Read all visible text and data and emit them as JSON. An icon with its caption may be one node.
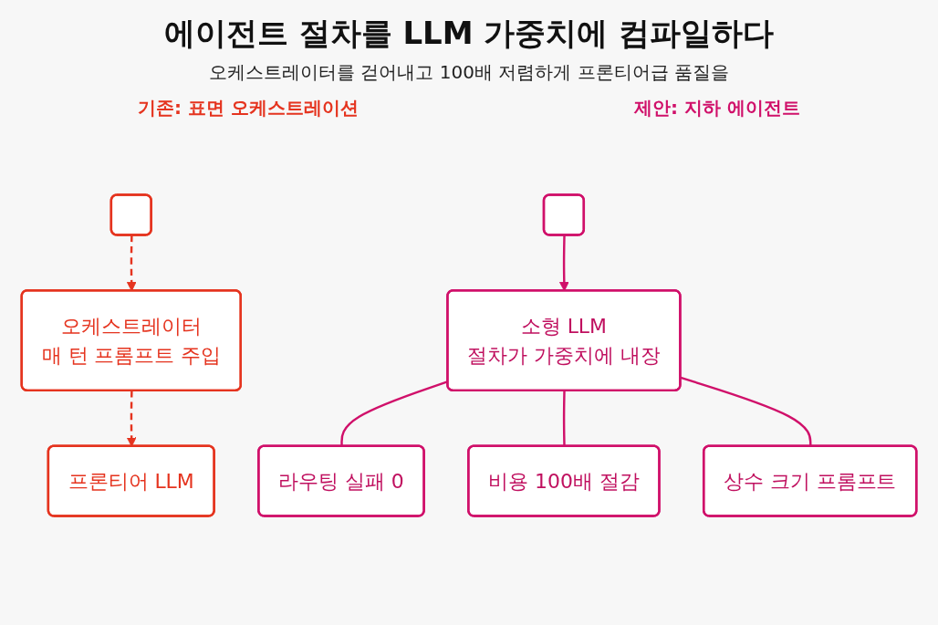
{
  "diagram": {
    "title": "에이전트 절차를 LLM 가중치에 컴파일하다",
    "nodes": [
      {
        "text": [],
        "shape": "person"
      },
      {
        "text": [
          "오케스트레이터",
          "매 턴 프롬프트 주입"
        ]
      },
      {
        "text": [
          "프론티어 LLM"
        ]
      },
      {
        "text": [],
        "shape": "person"
      },
      {
        "text": [
          "소형 LLM",
          "절차가 가중치에 내장"
        ]
      },
      {
        "text": [
          "라우팅 실패 0"
        ]
      },
      {
        "text": [
          "비용 100배 절감"
        ]
      },
      {
        "text": [
          "상수 크기 프롬프트"
        ]
      }
    ],
    "edges": [
      {
        "from": 0,
        "to": 1,
        "arrow": "to",
        "style": "dashed",
        "color": "#e5341f"
      },
      {
        "from": 1,
        "to": 2,
        "arrow": "to",
        "style": "dashed",
        "color": "#e5341f"
      },
      {
        "from": 3,
        "to": 4,
        "arrow": "to"
      },
      {
        "from": 4,
        "to": 5,
        "arrow": "none"
      },
      {
        "from": 4,
        "to": 6,
        "arrow": "none"
      },
      {
        "from": 4,
        "to": 7,
        "arrow": "none"
      }
    ],
    "labels": [
      "오케스트레이터를 걷어내고 100배 저렴하게 프론티어급 품질을",
      "기존: 표면 오케스트레이션",
      "제안: 지하 에이전트"
    ]
  }
}
